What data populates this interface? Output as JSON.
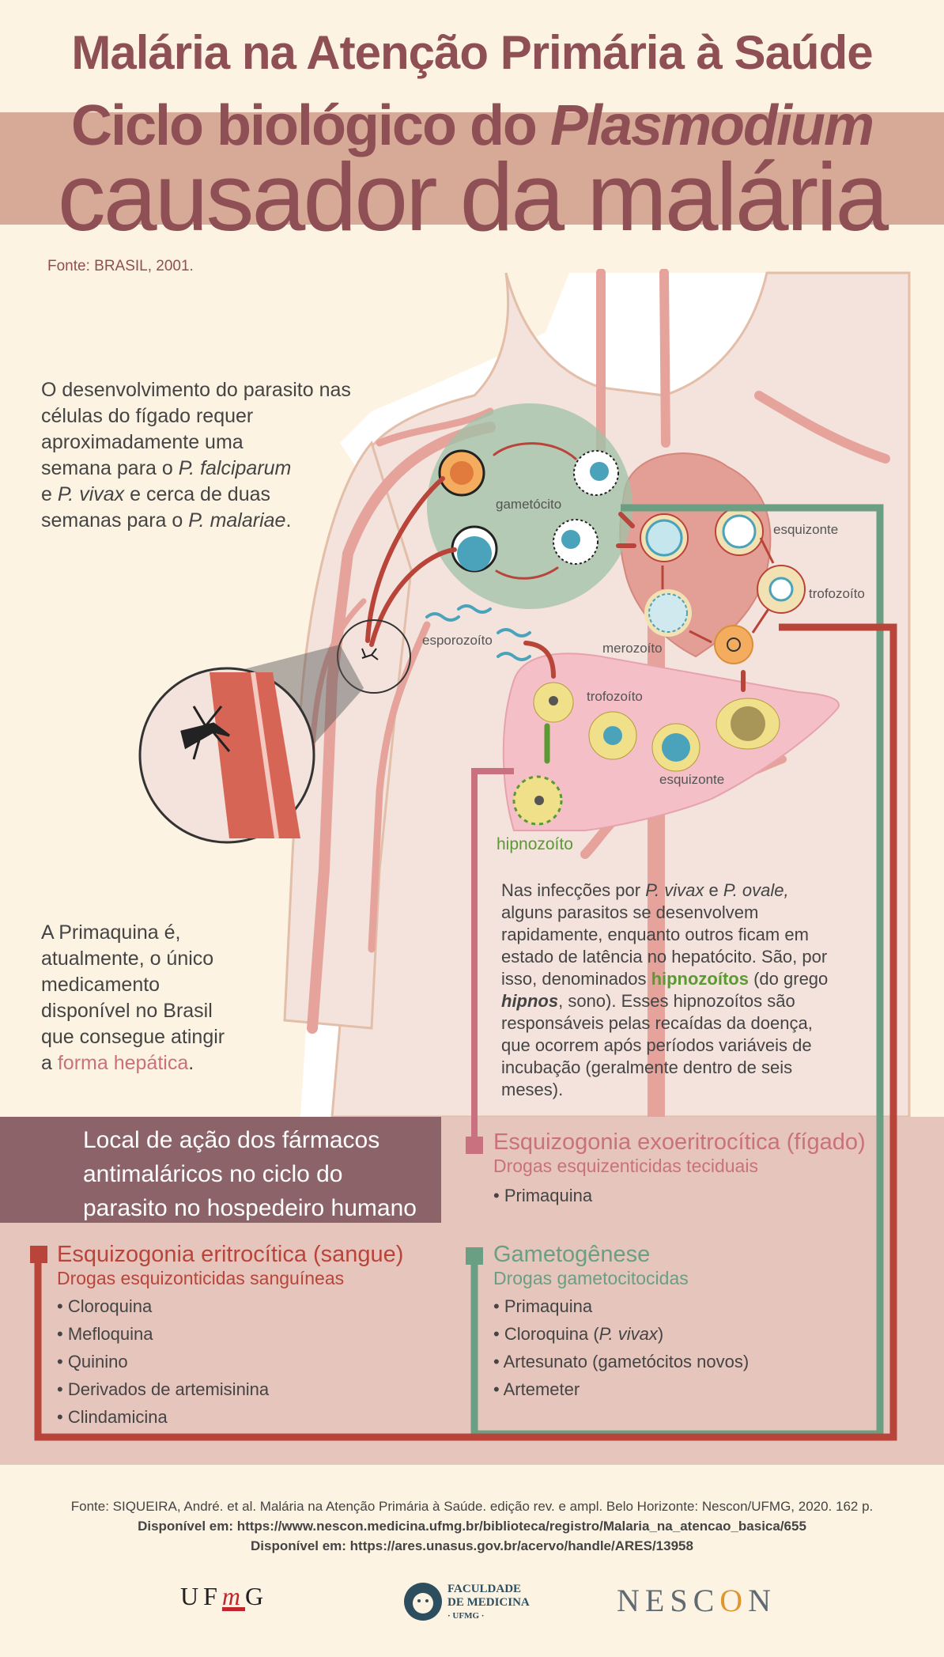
{
  "header": {
    "title_line1": "Malária na Atenção Primária à Saúde",
    "title_line2_prefix": "Ciclo biológico do ",
    "title_line2_italic": "Plasmodium",
    "title_line3": "causador da malária",
    "source": "Fonte: BRASIL, 2001."
  },
  "text_liver_time": {
    "l1": "O desenvolvimento do parasito nas",
    "l2": "células do fígado requer",
    "l3": "aproximadamente uma",
    "l4a": "semana para o ",
    "l4b": "P. falciparum",
    "l5a": "e ",
    "l5b": "P. vivax",
    "l5c": "  e cerca de duas",
    "l6a": "semanas para o ",
    "l6b": "P. malariae",
    "l6c": "."
  },
  "diagram_labels": {
    "gametocito": "gametócito",
    "esquizonte_blood": "esquizonte",
    "trofozoito_blood": "trofozoíto",
    "esporozoito": "esporozoíto",
    "merozoito": "merozoíto",
    "trofozoito_liver": "trofozoíto",
    "esquizonte_liver": "esquizonte",
    "hipnozoito": "hipnozoíto"
  },
  "text_primaquina": {
    "l1": "A Primaquina é,",
    "l2": "atualmente, o único",
    "l3": "medicamento",
    "l4": "disponível no Brasil",
    "l5": "que consegue atingir",
    "l6a": "a ",
    "l6b": "forma hepática",
    "l6c": "."
  },
  "text_hipnozoitos": {
    "l1a": "Nas infecções por ",
    "l1b": "P. vivax",
    "l1c": " e ",
    "l1d": "P. ovale,",
    "l2": "alguns parasitos se desenvolvem",
    "l3": "rapidamente, enquanto outros ficam em",
    "l4": "estado de latência no hepatócito. São, por",
    "l5a": "isso, denominados ",
    "l5b": "hipnozoítos",
    "l5c": " (do grego",
    "l6a": "hipnos",
    "l6b": ", sono). Esses hipnozoítos são",
    "l7": "responsáveis pelas recaídas da doença,",
    "l8": "que ocorrem após períodos variáveis de",
    "l9": "incubação (geralmente dentro de seis",
    "l10": "meses)."
  },
  "banner": {
    "l1": "Local de ação dos fármacos",
    "l2": "antimaláricos no ciclo do",
    "l3": "parasito no hospedeiro humano"
  },
  "sections": {
    "exo": {
      "title": "Esquizogonia exoeritrocítica (fígado)",
      "subtitle": "Drogas esquizenticidas teciduais",
      "items": [
        "• Primaquina"
      ]
    },
    "eri": {
      "title": "Esquizogonia eritrocítica (sangue)",
      "subtitle": "Drogas esquizonticidas sanguíneas",
      "items": [
        "• Cloroquina",
        "• Mefloquina",
        "• Quinino",
        "• Derivados de artemisinina",
        "• Clindamicina"
      ]
    },
    "gam": {
      "title": "Gametogênese",
      "subtitle": "Drogas gametocitocidas",
      "item1": "• Primaquina",
      "item2a": "• Cloroquina (",
      "item2b": "P. vivax",
      "item2c": ")",
      "item3": "• Artesunato (gametócitos novos)",
      "item4": "• Artemeter"
    }
  },
  "footer": {
    "line1": "Fonte: SIQUEIRA, André. et al. Malária na Atenção Primária à Saúde. edição rev. e ampl. Belo Horizonte: Nescon/UFMG, 2020. 162 p.",
    "line2": "Disponível em: https://www.nescon.medicina.ufmg.br/biblioteca/registro/Malaria_na_atencao_basica/655",
    "line3": "Disponível em: https://ares.unasus.gov.br/acervo/handle/ARES/13958"
  },
  "logos": {
    "ufmg_a": "UF",
    "ufmg_b": "m",
    "ufmg_c": "G",
    "fm_l1": "FACULDADE",
    "fm_l2": "DE MEDICINA",
    "fm_l3": "· UFMG ·",
    "nescon_a": "NESC",
    "nescon_b": "O",
    "nescon_c": "N"
  },
  "colors": {
    "title": "#8e4f55",
    "band": "#d7a997",
    "red": "#b9443a",
    "green": "#6a9f83",
    "pink": "#c9717e",
    "hipnozoito_green": "#5b9a33",
    "banner": "#8d636a"
  }
}
